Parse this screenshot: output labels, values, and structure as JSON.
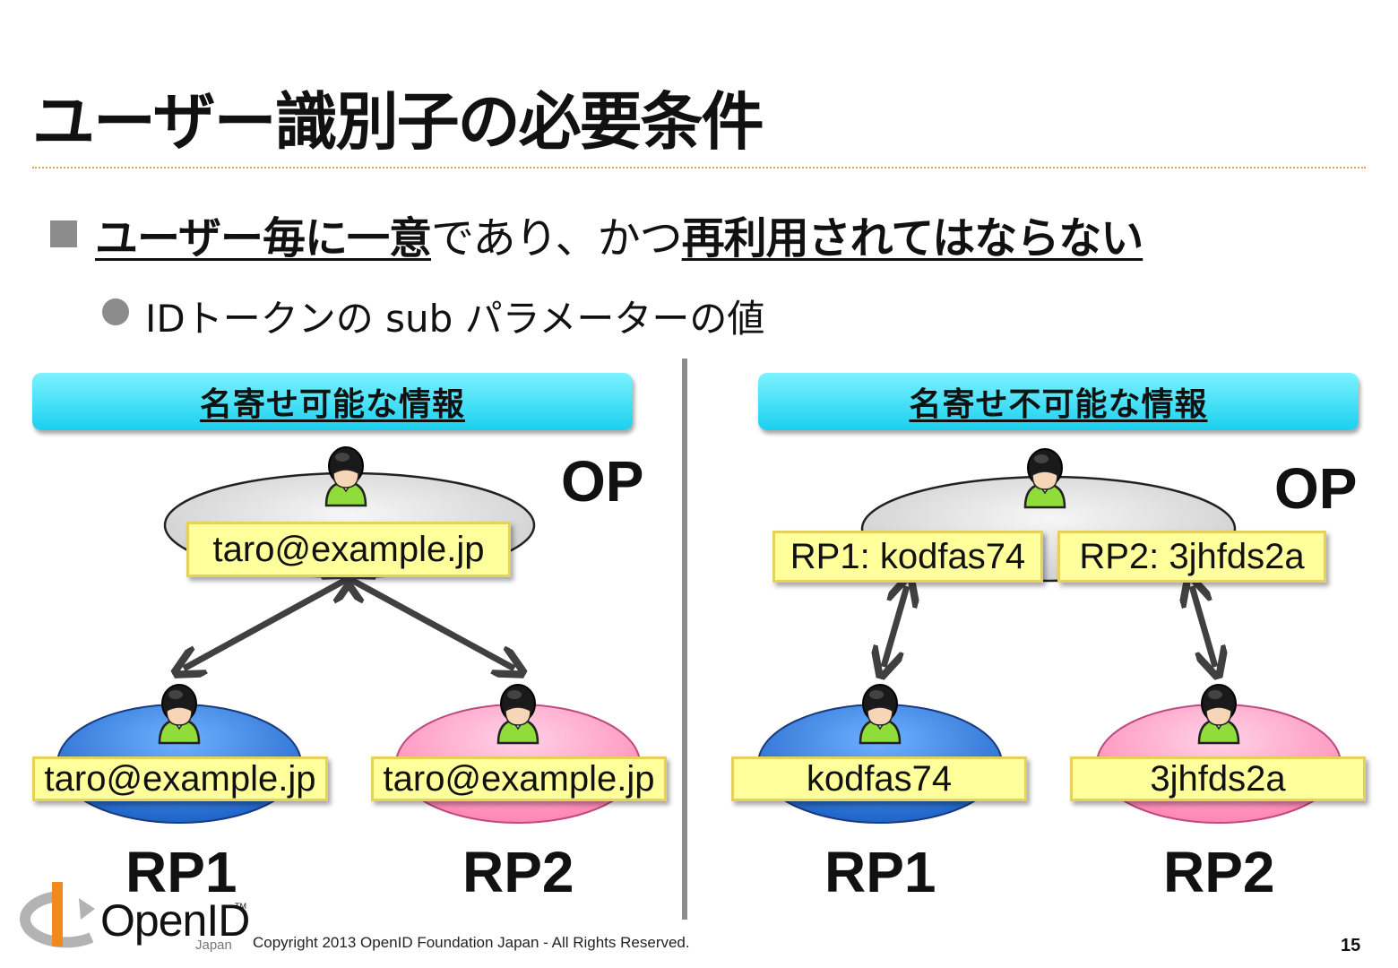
{
  "title": "ユーザー識別子の必要条件",
  "bullet1": {
    "part1": "ユーザー毎に一意",
    "part2": "であり、かつ",
    "part3": "再利用されてはならない"
  },
  "bullet2": "IDトークンの sub パラメーターの値",
  "left_panel": {
    "banner": "名寄せ可能な情報",
    "op_label": "OP",
    "op_id": "taro@example.jp",
    "rp1_label": "RP1",
    "rp1_id": "taro@example.jp",
    "rp2_label": "RP2",
    "rp2_id": "taro@example.jp"
  },
  "right_panel": {
    "banner": "名寄せ不可能な情報",
    "op_label": "OP",
    "op_id_rp1": "RP1: kodfas74",
    "op_id_rp2": "RP2: 3jhfds2a",
    "rp1_label": "RP1",
    "rp1_id": "kodfas74",
    "rp2_label": "RP2",
    "rp2_id": "3jhfds2a"
  },
  "colors": {
    "banner": "#1ad0ef",
    "id_box": "#ffff9c",
    "op_ellipse": "#e2e2e2",
    "rp1_ellipse": "#2f7fe0",
    "rp2_ellipse": "#ff9cc6",
    "person_body": "#8fdc3a"
  },
  "footer": {
    "logo_text": "OpenID",
    "logo_tm": "TM",
    "logo_sub": "Japan",
    "copyright": "Copyright  2013  OpenID Foundation Japan - All Rights Reserved.",
    "page_number": "15"
  }
}
